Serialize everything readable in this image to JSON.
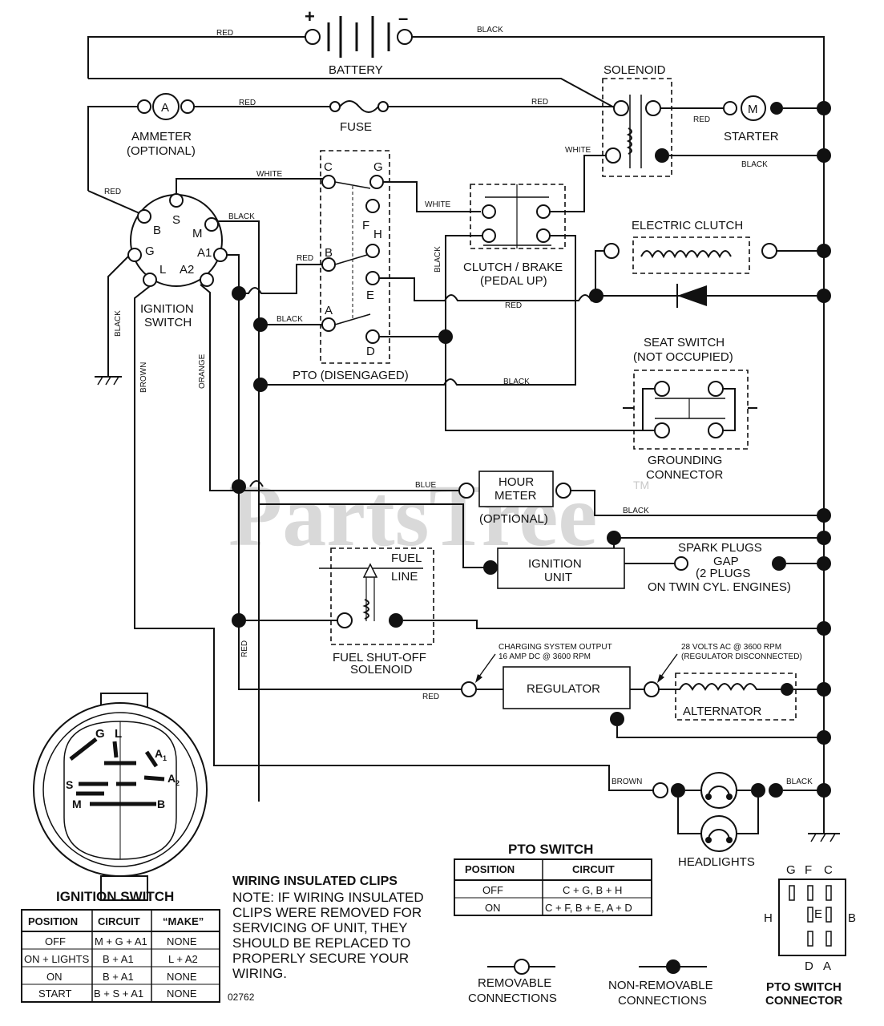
{
  "watermark": "PartsTree",
  "watermark_tm": "TM",
  "battery": {
    "plus": "+",
    "minus": "–",
    "label": "BATTERY"
  },
  "labels": {
    "solenoid": "SOLENOID",
    "ammeter": "AMMETER",
    "ammeter_opt": "(OPTIONAL)",
    "ammeter_glyph": "A",
    "fuse": "FUSE",
    "starter": "STARTER",
    "starter_glyph": "M",
    "ignition_switch_1": "IGNITION",
    "ignition_switch_2": "SWITCH",
    "electric_clutch": "ELECTRIC CLUTCH",
    "clutch_brake_1": "CLUTCH / BRAKE",
    "clutch_brake_2": "(PEDAL UP)",
    "pto": "PTO (DISENGAGED)",
    "seat_switch_1": "SEAT SWITCH",
    "seat_switch_2": "(NOT OCCUPIED)",
    "grounding_1": "GROUNDING",
    "grounding_2": "CONNECTOR",
    "hour_meter_1": "HOUR",
    "hour_meter_2": "METER",
    "hour_meter_opt": "(OPTIONAL)",
    "ignition_unit_1": "IGNITION",
    "ignition_unit_2": "UNIT",
    "spark_1": "SPARK PLUGS",
    "spark_2": "GAP",
    "spark_3": "(2 PLUGS",
    "spark_4": "ON TWIN CYL. ENGINES)",
    "fuel_line_1": "FUEL",
    "fuel_line_2": "LINE",
    "fuel_sol_1": "FUEL SHUT-OFF",
    "fuel_sol_2": "SOLENOID",
    "charging_1": "CHARGING SYSTEM OUTPUT",
    "charging_2": "16 AMP DC @ 3600 RPM",
    "ac_1": "28 VOLTS AC @ 3600 RPM",
    "ac_2": "(REGULATOR DISCONNECTED)",
    "regulator": "REGULATOR",
    "alternator": "ALTERNATOR",
    "headlights": "HEADLIGHTS",
    "part_no": "02762"
  },
  "ignition_terminals": {
    "B": "B",
    "S": "S",
    "M": "M",
    "G": "G",
    "L": "L",
    "A1": "A1",
    "A2": "A2"
  },
  "pto_terminals": {
    "C": "C",
    "G": "G",
    "F": "F",
    "H": "H",
    "B": "B",
    "E": "E",
    "A": "A",
    "D": "D"
  },
  "wire_colors": {
    "red": "RED",
    "black": "BLACK",
    "white": "WHITE",
    "blue": "BLUE",
    "brown": "BROWN",
    "orange": "ORANGE"
  },
  "ignition_switch_table": {
    "title": "IGNITION SWITCH",
    "headers": [
      "POSITION",
      "CIRCUIT",
      "“MAKE”"
    ],
    "rows": [
      [
        "OFF",
        "M + G + A1",
        "NONE"
      ],
      [
        "ON + LIGHTS",
        "B + A1",
        "L + A2"
      ],
      [
        "ON",
        "B + A1",
        "NONE"
      ],
      [
        "START",
        "B + S + A1",
        "NONE"
      ]
    ]
  },
  "pto_switch_table": {
    "title": "PTO SWITCH",
    "headers": [
      "POSITION",
      "CIRCUIT"
    ],
    "rows": [
      [
        "OFF",
        "C + G, B + H"
      ],
      [
        "ON",
        "C + F, B + E, A + D"
      ]
    ]
  },
  "clips_note": {
    "title": "WIRING INSULATED CLIPS",
    "lines": [
      "NOTE: IF WIRING INSULATED",
      "CLIPS WERE REMOVED FOR",
      "SERVICING OF UNIT, THEY",
      "SHOULD BE REPLACED TO",
      "PROPERLY SECURE YOUR",
      "WIRING."
    ]
  },
  "legend": {
    "removable_1": "REMOVABLE",
    "removable_2": "CONNECTIONS",
    "nonremovable_1": "NON-REMOVABLE",
    "nonremovable_2": "CONNECTIONS"
  },
  "pto_connector": {
    "title_1": "PTO SWITCH",
    "title_2": "CONNECTOR",
    "top": [
      "G",
      "F",
      "C"
    ],
    "left": "H",
    "right": "B",
    "center": "E",
    "bottom": [
      "D",
      "A"
    ]
  },
  "plug_face": {
    "G": "G",
    "L": "L",
    "A1": "A",
    "A1_sub": "1",
    "A2": "A",
    "A2_sub": "2",
    "S": "S",
    "M": "M",
    "B": "B"
  }
}
